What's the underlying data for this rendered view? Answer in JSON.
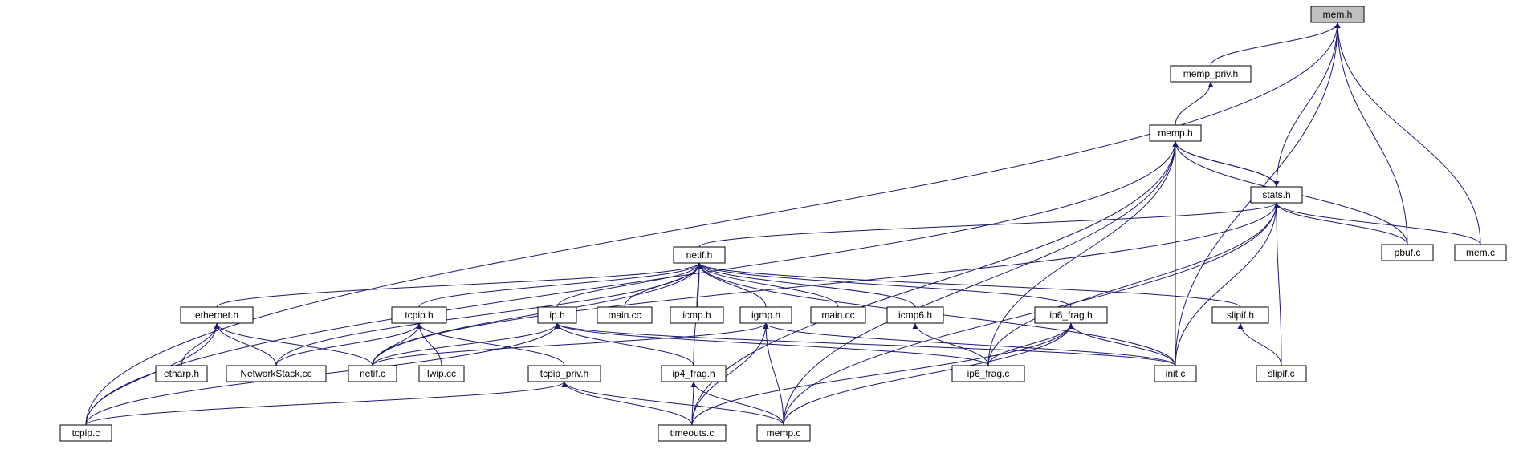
{
  "diagram": {
    "title": "",
    "colors": {
      "edge": "#191970",
      "node_border": "#000000",
      "root_fill": "#bfbfbf",
      "node_fill": "#ffffff"
    },
    "nodes": [
      {
        "id": "mem_h",
        "label": "mem.h",
        "root": true
      },
      {
        "id": "memp_priv_h",
        "label": "memp_priv.h"
      },
      {
        "id": "memp_h",
        "label": "memp.h"
      },
      {
        "id": "stats_h",
        "label": "stats.h"
      },
      {
        "id": "pbuf_c",
        "label": "pbuf.c"
      },
      {
        "id": "mem_c",
        "label": "mem.c"
      },
      {
        "id": "netif_h",
        "label": "netif.h"
      },
      {
        "id": "ethernet_h",
        "label": "ethernet.h"
      },
      {
        "id": "tcpip_h",
        "label": "tcpip.h"
      },
      {
        "id": "ip_h",
        "label": "ip.h"
      },
      {
        "id": "main_cc_1",
        "label": "main.cc"
      },
      {
        "id": "icmp_h",
        "label": "icmp.h"
      },
      {
        "id": "igmp_h",
        "label": "igmp.h"
      },
      {
        "id": "main_cc_2",
        "label": "main.cc"
      },
      {
        "id": "icmp6_h",
        "label": "icmp6.h"
      },
      {
        "id": "ip6_frag_h",
        "label": "ip6_frag.h"
      },
      {
        "id": "slipif_h",
        "label": "slipif.h"
      },
      {
        "id": "etharp_h",
        "label": "etharp.h"
      },
      {
        "id": "networkstack_cc",
        "label": "NetworkStack.cc"
      },
      {
        "id": "netif_c",
        "label": "netif.c"
      },
      {
        "id": "lwip_cc",
        "label": "lwip.cc"
      },
      {
        "id": "tcpip_priv_h",
        "label": "tcpip_priv.h"
      },
      {
        "id": "ip4_frag_h",
        "label": "ip4_frag.h"
      },
      {
        "id": "ip6_frag_c",
        "label": "ip6_frag.c"
      },
      {
        "id": "init_c",
        "label": "init.c"
      },
      {
        "id": "slipif_c",
        "label": "slipif.c"
      },
      {
        "id": "tcpip_c",
        "label": "tcpip.c"
      },
      {
        "id": "timeouts_c",
        "label": "timeouts.c"
      },
      {
        "id": "memp_c",
        "label": "memp.c"
      }
    ],
    "edges": [
      {
        "from": "memp_priv_h",
        "to": "mem_h"
      },
      {
        "from": "stats_h",
        "to": "mem_h"
      },
      {
        "from": "pbuf_c",
        "to": "mem_h"
      },
      {
        "from": "mem_c",
        "to": "mem_h"
      },
      {
        "from": "init_c",
        "to": "mem_h"
      },
      {
        "from": "tcpip_c",
        "to": "mem_h"
      },
      {
        "from": "memp_h",
        "to": "memp_priv_h"
      },
      {
        "from": "stats_h",
        "to": "memp_h"
      },
      {
        "from": "pbuf_c",
        "to": "memp_h"
      },
      {
        "from": "init_c",
        "to": "memp_h"
      },
      {
        "from": "ip6_frag_c",
        "to": "memp_h"
      },
      {
        "from": "memp_c",
        "to": "memp_h"
      },
      {
        "from": "tcpip_c",
        "to": "memp_h"
      },
      {
        "from": "timeouts_c",
        "to": "memp_h"
      },
      {
        "from": "memp_h",
        "to": "stats_h"
      },
      {
        "from": "pbuf_c",
        "to": "stats_h"
      },
      {
        "from": "mem_c",
        "to": "stats_h"
      },
      {
        "from": "netif_h",
        "to": "stats_h"
      },
      {
        "from": "netif_c",
        "to": "stats_h"
      },
      {
        "from": "init_c",
        "to": "stats_h"
      },
      {
        "from": "slipif_c",
        "to": "stats_h"
      },
      {
        "from": "ip6_frag_c",
        "to": "stats_h"
      },
      {
        "from": "memp_c",
        "to": "stats_h"
      },
      {
        "from": "ethernet_h",
        "to": "netif_h"
      },
      {
        "from": "tcpip_h",
        "to": "netif_h"
      },
      {
        "from": "ip_h",
        "to": "netif_h"
      },
      {
        "from": "main_cc_1",
        "to": "netif_h"
      },
      {
        "from": "icmp_h",
        "to": "netif_h"
      },
      {
        "from": "igmp_h",
        "to": "netif_h"
      },
      {
        "from": "main_cc_2",
        "to": "netif_h"
      },
      {
        "from": "icmp6_h",
        "to": "netif_h"
      },
      {
        "from": "ip6_frag_h",
        "to": "netif_h"
      },
      {
        "from": "slipif_h",
        "to": "netif_h"
      },
      {
        "from": "networkstack_cc",
        "to": "netif_h"
      },
      {
        "from": "netif_c",
        "to": "netif_h"
      },
      {
        "from": "ip4_frag_h",
        "to": "netif_h"
      },
      {
        "from": "init_c",
        "to": "netif_h"
      },
      {
        "from": "etharp_h",
        "to": "ethernet_h"
      },
      {
        "from": "networkstack_cc",
        "to": "ethernet_h"
      },
      {
        "from": "netif_c",
        "to": "ethernet_h"
      },
      {
        "from": "tcpip_c",
        "to": "ethernet_h"
      },
      {
        "from": "networkstack_cc",
        "to": "tcpip_h"
      },
      {
        "from": "netif_c",
        "to": "tcpip_h"
      },
      {
        "from": "lwip_cc",
        "to": "tcpip_h"
      },
      {
        "from": "tcpip_priv_h",
        "to": "tcpip_h"
      },
      {
        "from": "netif_c",
        "to": "ip_h"
      },
      {
        "from": "ip4_frag_h",
        "to": "ip_h"
      },
      {
        "from": "ip6_frag_c",
        "to": "ip_h"
      },
      {
        "from": "init_c",
        "to": "ip_h"
      },
      {
        "from": "tcpip_c",
        "to": "ip_h"
      },
      {
        "from": "netif_c",
        "to": "igmp_h"
      },
      {
        "from": "init_c",
        "to": "igmp_h"
      },
      {
        "from": "timeouts_c",
        "to": "igmp_h"
      },
      {
        "from": "memp_c",
        "to": "igmp_h"
      },
      {
        "from": "ip6_frag_c",
        "to": "icmp6_h"
      },
      {
        "from": "ip6_frag_c",
        "to": "ip6_frag_h"
      },
      {
        "from": "init_c",
        "to": "ip6_frag_h"
      },
      {
        "from": "timeouts_c",
        "to": "ip6_frag_h"
      },
      {
        "from": "memp_c",
        "to": "ip6_frag_h"
      },
      {
        "from": "slipif_c",
        "to": "slipif_h"
      },
      {
        "from": "tcpip_c",
        "to": "tcpip_priv_h"
      },
      {
        "from": "timeouts_c",
        "to": "tcpip_priv_h"
      },
      {
        "from": "memp_c",
        "to": "tcpip_priv_h"
      },
      {
        "from": "timeouts_c",
        "to": "ip4_frag_h"
      },
      {
        "from": "memp_c",
        "to": "ip4_frag_h"
      }
    ]
  }
}
